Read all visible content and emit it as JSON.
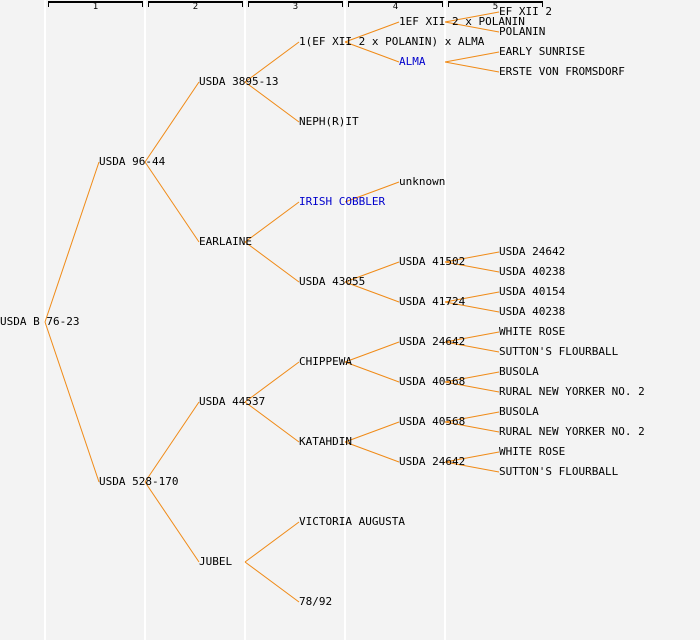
{
  "columns": [
    "1",
    "2",
    "3",
    "4",
    "5"
  ],
  "colors": {
    "edge": "#f08a16",
    "link": "#0000cc",
    "background": "#f3f3f3"
  },
  "nodes": [
    {
      "id": "n0",
      "gen": 0,
      "row": 16,
      "label": "USDA B 76-23",
      "link": false
    },
    {
      "id": "n1",
      "gen": 1,
      "row": 8,
      "label": "USDA 96-44",
      "parent": "n0",
      "link": false
    },
    {
      "id": "n2",
      "gen": 1,
      "row": 24,
      "label": "USDA 528-170",
      "parent": "n0",
      "link": false
    },
    {
      "id": "n3",
      "gen": 2,
      "row": 4,
      "label": "USDA 3895-13",
      "parent": "n1",
      "link": false
    },
    {
      "id": "n4",
      "gen": 2,
      "row": 12,
      "label": "EARLAINE",
      "parent": "n1",
      "link": false
    },
    {
      "id": "n5",
      "gen": 2,
      "row": 20,
      "label": "USDA 44537",
      "parent": "n2",
      "link": false
    },
    {
      "id": "n6",
      "gen": 2,
      "row": 28,
      "label": "JUBEL",
      "parent": "n2",
      "link": false
    },
    {
      "id": "n7",
      "gen": 3,
      "row": 2,
      "label": "1(EF XII 2 x POLANIN) x ALMA",
      "parent": "n3",
      "link": false
    },
    {
      "id": "n8",
      "gen": 3,
      "row": 6,
      "label": "NEPH(R)IT",
      "parent": "n3",
      "link": false
    },
    {
      "id": "n9",
      "gen": 3,
      "row": 10,
      "label": "IRISH COBBLER",
      "parent": "n4",
      "link": true
    },
    {
      "id": "n10",
      "gen": 3,
      "row": 14,
      "label": "USDA 43055",
      "parent": "n4",
      "link": false
    },
    {
      "id": "n11",
      "gen": 3,
      "row": 18,
      "label": "CHIPPEWA",
      "parent": "n5",
      "link": false
    },
    {
      "id": "n12",
      "gen": 3,
      "row": 22,
      "label": "KATAHDIN",
      "parent": "n5",
      "link": false
    },
    {
      "id": "n13",
      "gen": 3,
      "row": 26,
      "label": "VICTORIA AUGUSTA",
      "parent": "n6",
      "link": false
    },
    {
      "id": "n14",
      "gen": 3,
      "row": 30,
      "label": "78/92",
      "parent": "n6",
      "link": false
    },
    {
      "id": "n15",
      "gen": 4,
      "row": 1,
      "label": "1EF XII 2 x POLANIN",
      "parent": "n7",
      "link": false
    },
    {
      "id": "n16",
      "gen": 4,
      "row": 3,
      "label": "ALMA",
      "parent": "n7",
      "link": true
    },
    {
      "id": "n17",
      "gen": 4,
      "row": 9,
      "label": "unknown",
      "parent": "n9",
      "link": false
    },
    {
      "id": "n18",
      "gen": 4,
      "row": 13,
      "label": "USDA 41502",
      "parent": "n10",
      "link": false
    },
    {
      "id": "n19",
      "gen": 4,
      "row": 15,
      "label": "USDA 41724",
      "parent": "n10",
      "link": false
    },
    {
      "id": "n20",
      "gen": 4,
      "row": 17,
      "label": "USDA 24642",
      "parent": "n11",
      "link": false
    },
    {
      "id": "n21",
      "gen": 4,
      "row": 19,
      "label": "USDA 40568",
      "parent": "n11",
      "link": false
    },
    {
      "id": "n22",
      "gen": 4,
      "row": 21,
      "label": "USDA 40568",
      "parent": "n12",
      "link": false
    },
    {
      "id": "n23",
      "gen": 4,
      "row": 23,
      "label": "USDA 24642",
      "parent": "n12",
      "link": false
    },
    {
      "id": "n24",
      "gen": 5,
      "row": 0.5,
      "label": "EF XII 2",
      "parent": "n15",
      "link": false
    },
    {
      "id": "n25",
      "gen": 5,
      "row": 1.5,
      "label": "POLANIN",
      "parent": "n15",
      "link": false
    },
    {
      "id": "n26",
      "gen": 5,
      "row": 2.5,
      "label": "EARLY SUNRISE",
      "parent": "n16",
      "link": false
    },
    {
      "id": "n27",
      "gen": 5,
      "row": 3.5,
      "label": "ERSTE VON FROMSDORF",
      "parent": "n16",
      "link": false
    },
    {
      "id": "n28",
      "gen": 5,
      "row": 12.5,
      "label": "USDA 24642",
      "parent": "n18",
      "link": false
    },
    {
      "id": "n29",
      "gen": 5,
      "row": 13.5,
      "label": "USDA 40238",
      "parent": "n18",
      "link": false
    },
    {
      "id": "n30",
      "gen": 5,
      "row": 14.5,
      "label": "USDA 40154",
      "parent": "n19",
      "link": false
    },
    {
      "id": "n31",
      "gen": 5,
      "row": 15.5,
      "label": "USDA 40238",
      "parent": "n19",
      "link": false
    },
    {
      "id": "n32",
      "gen": 5,
      "row": 16.5,
      "label": "WHITE ROSE",
      "parent": "n20",
      "link": false
    },
    {
      "id": "n33",
      "gen": 5,
      "row": 17.5,
      "label": "SUTTON'S FLOURBALL",
      "parent": "n20",
      "link": false
    },
    {
      "id": "n34",
      "gen": 5,
      "row": 18.5,
      "label": "BUSOLA",
      "parent": "n21",
      "link": false
    },
    {
      "id": "n35",
      "gen": 5,
      "row": 19.5,
      "label": "RURAL NEW YORKER NO. 2",
      "parent": "n21",
      "link": false
    },
    {
      "id": "n36",
      "gen": 5,
      "row": 20.5,
      "label": "BUSOLA",
      "parent": "n22",
      "link": false
    },
    {
      "id": "n37",
      "gen": 5,
      "row": 21.5,
      "label": "RURAL NEW YORKER NO. 2",
      "parent": "n22",
      "link": false
    },
    {
      "id": "n38",
      "gen": 5,
      "row": 22.5,
      "label": "WHITE ROSE",
      "parent": "n23",
      "link": false
    },
    {
      "id": "n39",
      "gen": 5,
      "row": 23.5,
      "label": "SUTTON'S FLOURBALL",
      "parent": "n23",
      "link": false
    }
  ]
}
